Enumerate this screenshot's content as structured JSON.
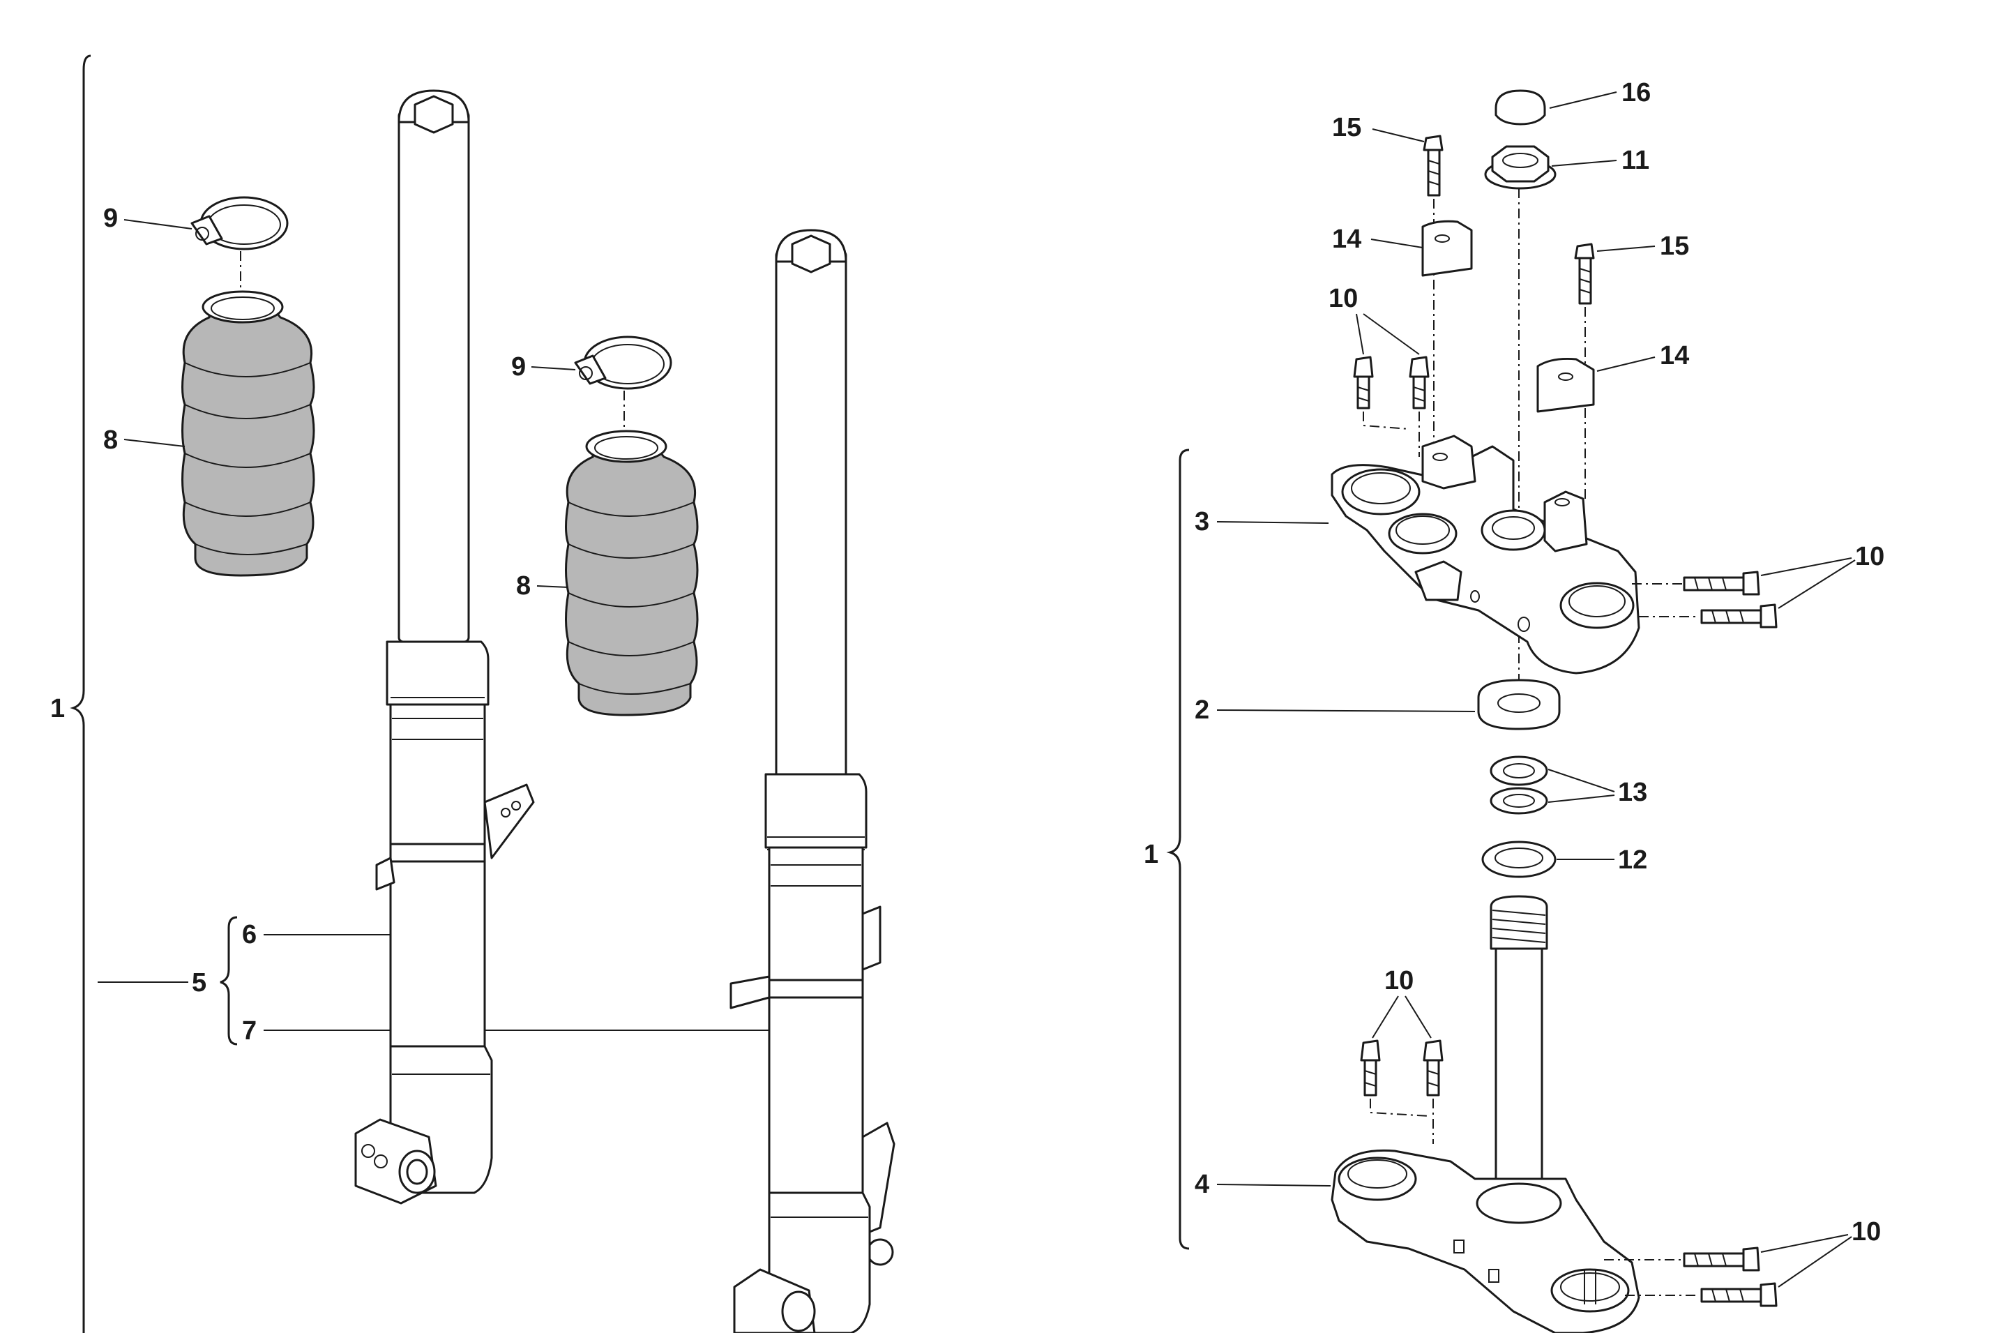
{
  "callouts": {
    "c1_left": "1",
    "c1_right": "1",
    "c2": "2",
    "c3": "3",
    "c4": "4",
    "c5": "5",
    "c6": "6",
    "c7": "7",
    "c8_a": "8",
    "c8_b": "8",
    "c9_a": "9",
    "c9_b": "9",
    "c10_a": "10",
    "c10_b": "10",
    "c10_c": "10",
    "c10_d": "10",
    "c11": "11",
    "c12": "12",
    "c13": "13",
    "c14_a": "14",
    "c14_b": "14",
    "c15_a": "15",
    "c15_b": "15",
    "c16": "16"
  },
  "colors": {
    "line": "#1a1a1a",
    "boot_fill": "#b7b7b7",
    "background": "#ffffff"
  }
}
